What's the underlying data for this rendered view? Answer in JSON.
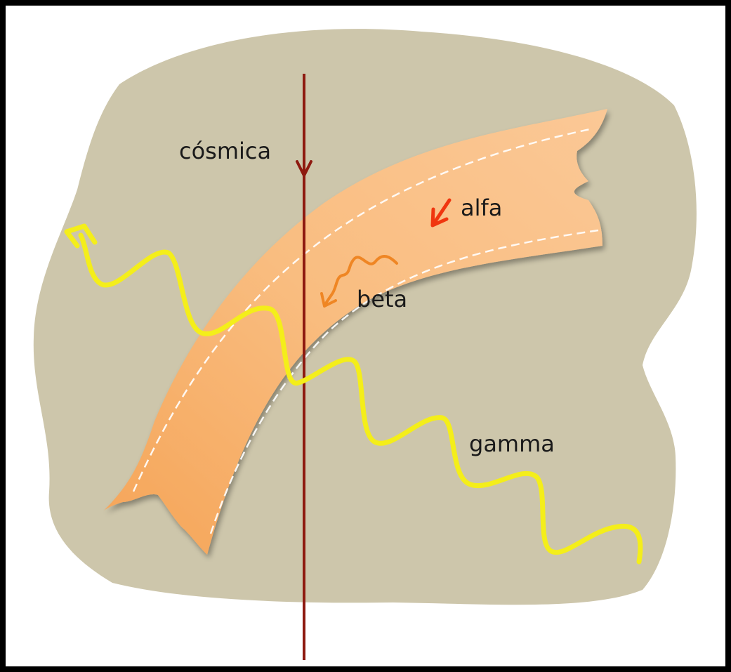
{
  "labels": {
    "cosmic": "cósmica",
    "alpha": "alfa",
    "beta": "beta",
    "gamma": "gamma"
  },
  "colors": {
    "background_blob": "#cdc6ab",
    "tissue_band": "#f7b470",
    "cosmic_ray": "#8e1a10",
    "alpha_arrow": "#f0360f",
    "beta_arrow": "#ef8624",
    "gamma_wave": "#f4ee1a",
    "text": "#1a1a1a"
  }
}
